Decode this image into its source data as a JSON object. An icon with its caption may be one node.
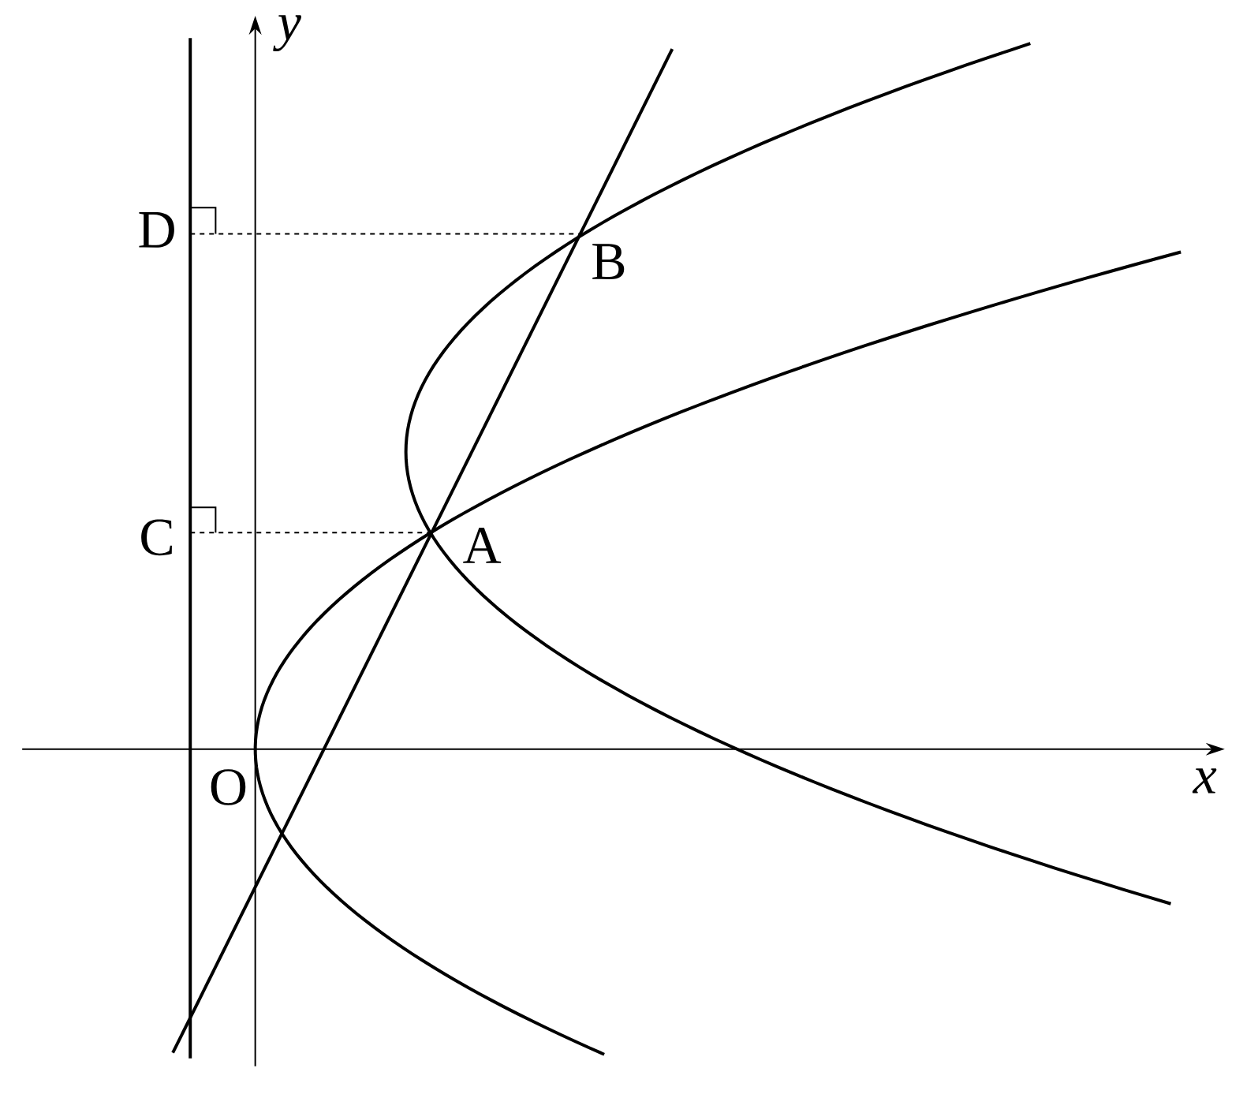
{
  "diagram": {
    "labels": [
      "y",
      "D",
      "B",
      "C",
      "A",
      "O",
      "x"
    ]
  }
}
